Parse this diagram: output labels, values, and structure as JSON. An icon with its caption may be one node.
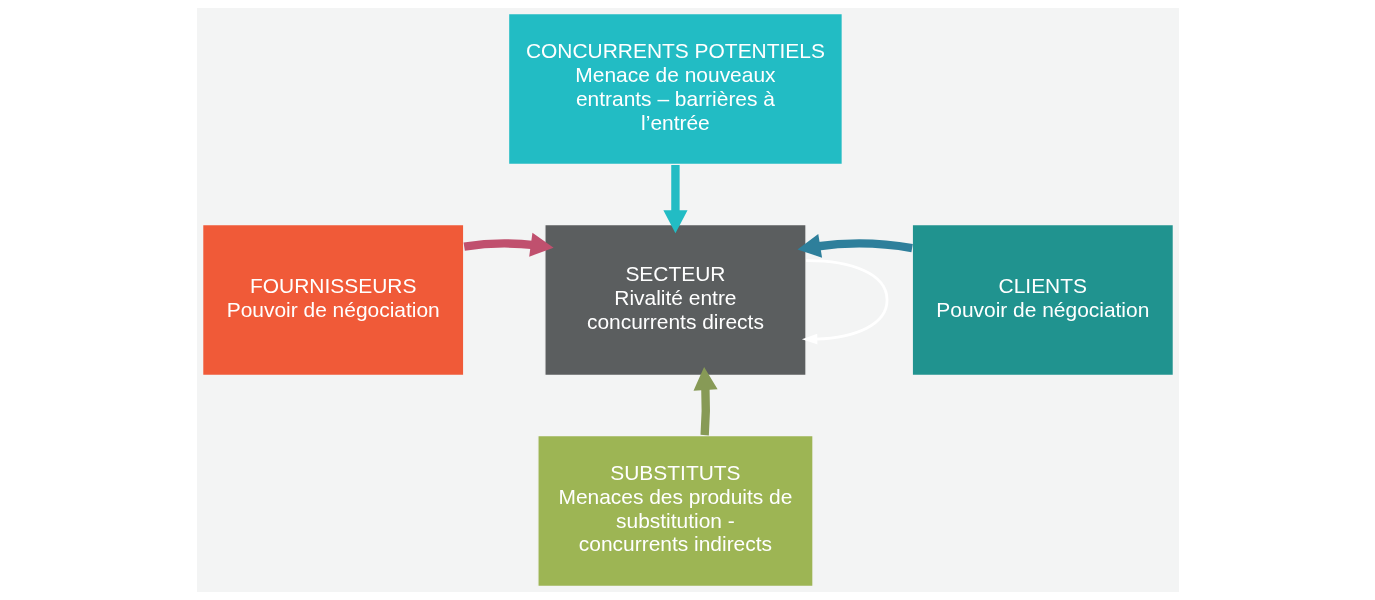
{
  "diagram": {
    "nodes": [
      {
        "text": [
          "CONCURRENTS POTENTIELS",
          "Menace de nouveaux entrants – barrières à l’entrée"
        ]
      },
      {
        "text": [
          "FOURNISSEURS",
          "Pouvoir de négociation"
        ]
      },
      {
        "text": [
          "SECTEUR",
          "Rivalité entre concurrents directs"
        ]
      },
      {
        "text": [
          "CLIENTS",
          "Pouvoir de négociation"
        ]
      },
      {
        "text": [
          "SUBSTITUTS",
          "Menaces des produits de substitution - concurrents indirects"
        ]
      }
    ],
    "edges": [
      {
        "from": 0,
        "to": 2,
        "arrow": "to",
        "color": "#22bcc4"
      },
      {
        "from": 1,
        "to": 2,
        "arrow": "to",
        "color": "#c0506e"
      },
      {
        "from": 3,
        "to": 2,
        "arrow": "to",
        "color": "#2e7f9b"
      },
      {
        "from": 4,
        "to": 2,
        "arrow": "to",
        "color": "#879a56"
      },
      {
        "from": 2,
        "to": 2,
        "arrow": "to",
        "color": "#ffffff"
      }
    ]
  }
}
